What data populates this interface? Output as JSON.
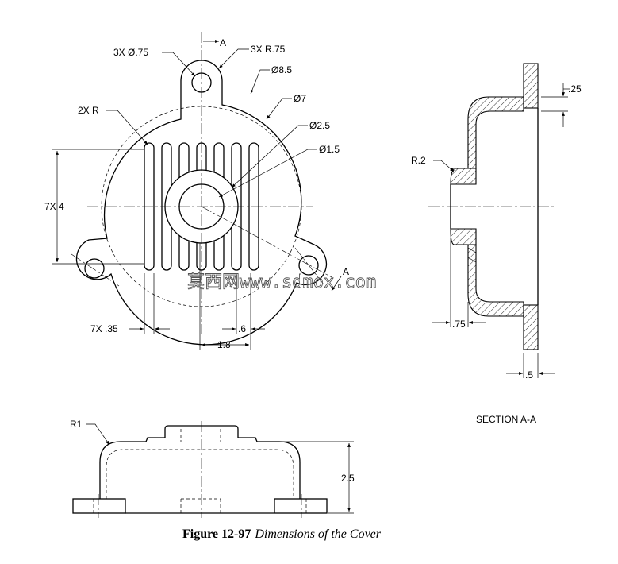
{
  "front_view": {
    "hole_callout": "3X Ø.75",
    "section_mark_top": "A",
    "radius_callout": "3X R.75",
    "bolt_circle": "Ø8.5",
    "outer_dia": "Ø7",
    "slot_radius": "2X R",
    "boss_outer": "Ø2.5",
    "boss_inner": "Ø1.5",
    "slot_length": "7X 4",
    "slot_width": "7X .35",
    "slot_spacing": ".6",
    "boss_width": "1.8",
    "section_mark_bottom": "A"
  },
  "section_view": {
    "flange_thickness": ".25",
    "fillet": "R.2",
    "boss_depth": ".75",
    "wall": ".5",
    "title": "SECTION A-A"
  },
  "side_view": {
    "corner_radius": "R1",
    "height": "2.5"
  },
  "watermark": "莫西网www.sdmox.com",
  "caption": {
    "number": "Figure 12-97",
    "title": "Dimensions of the Cover"
  }
}
